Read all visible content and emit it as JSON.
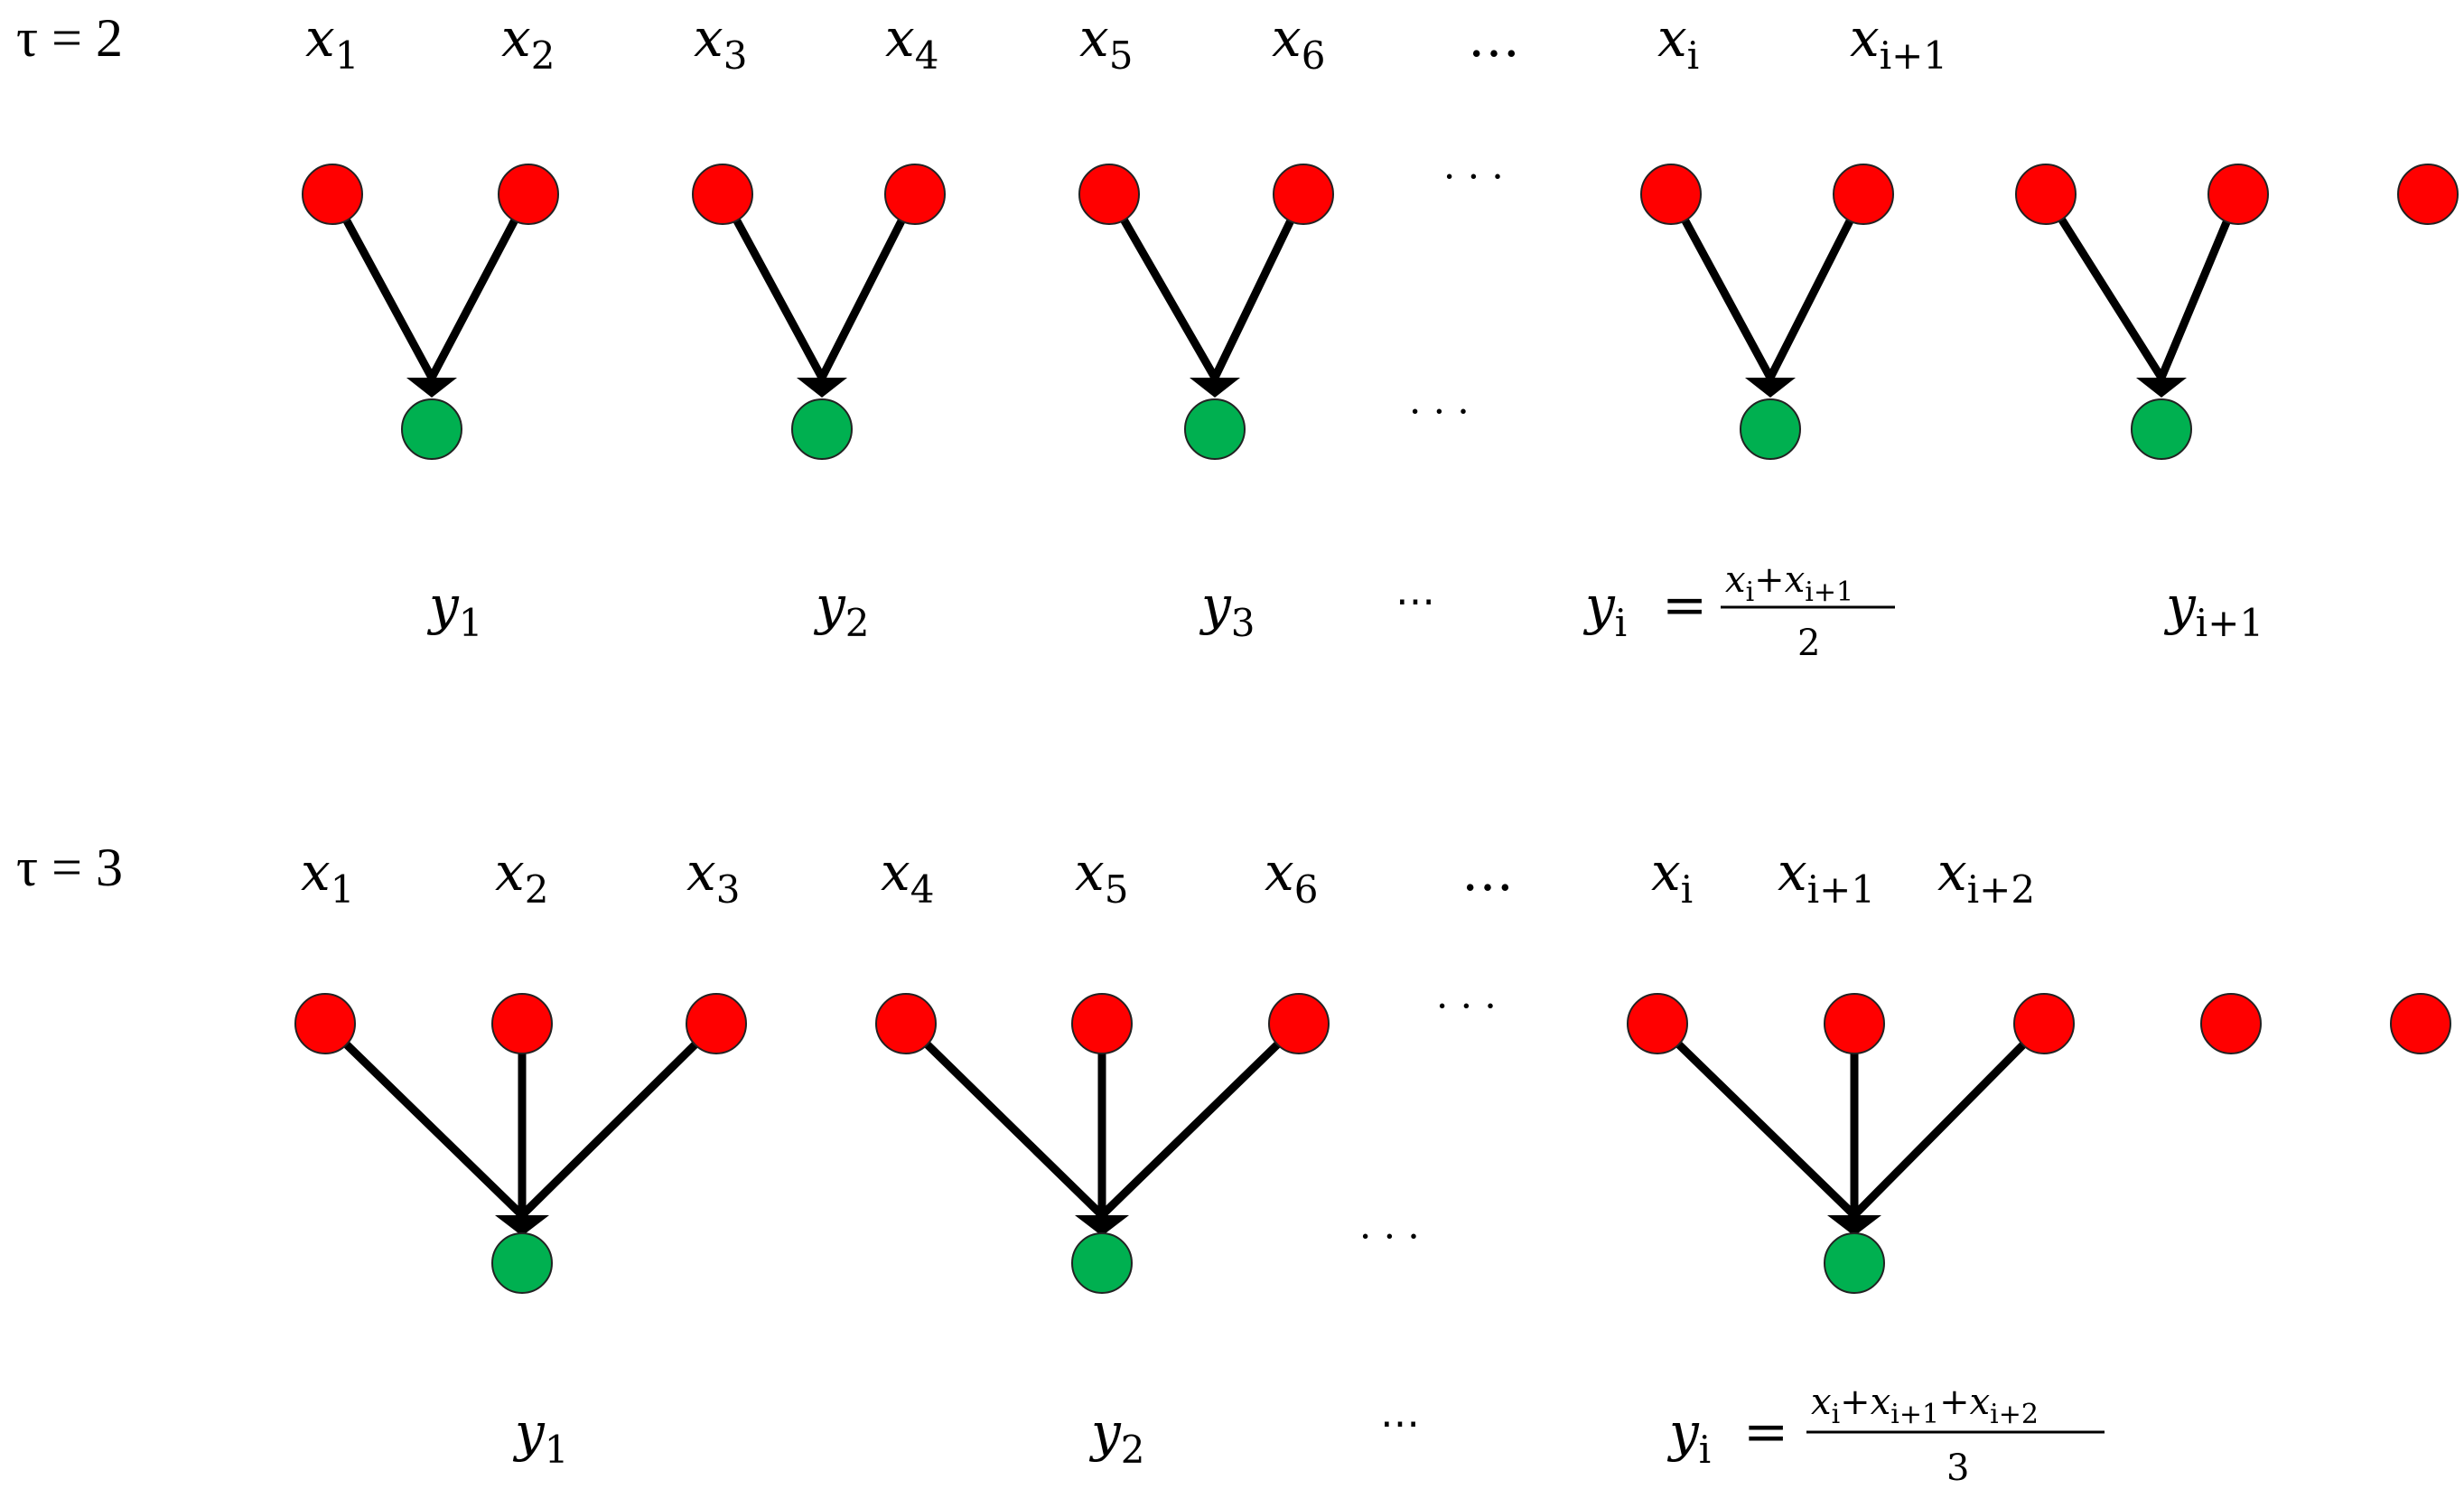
{
  "colors": {
    "input_node": "#ff0000",
    "output_node": "#00b050",
    "edge": "#000000"
  },
  "panels": [
    {
      "tau_label": "τ = 2",
      "x_labels": [
        {
          "base": "x",
          "sub": "1"
        },
        {
          "base": "x",
          "sub": "2"
        },
        {
          "base": "x",
          "sub": "3"
        },
        {
          "base": "x",
          "sub": "4"
        },
        {
          "base": "x",
          "sub": "5"
        },
        {
          "base": "x",
          "sub": "6"
        },
        {
          "base": "…",
          "sub": ""
        },
        {
          "base": "x",
          "sub": "i"
        },
        {
          "base": "x",
          "sub": "i+1"
        }
      ],
      "y_labels": [
        {
          "base": "y",
          "sub": "1"
        },
        {
          "base": "y",
          "sub": "2"
        },
        {
          "base": "y",
          "sub": "3"
        },
        {
          "base": "⋯",
          "sub": ""
        },
        {
          "base": "y",
          "sub": "i"
        },
        {
          "base": "y",
          "sub": "i+1"
        }
      ],
      "formula": {
        "equals": "=",
        "numerator": [
          {
            "base": "x",
            "sub": "i"
          },
          {
            "op": "+"
          },
          {
            "base": "x",
            "sub": "i+1"
          }
        ],
        "denominator": "2"
      },
      "ellipsis_top": "· · ·",
      "ellipsis_mid": "· · ·"
    },
    {
      "tau_label": "τ = 3",
      "x_labels": [
        {
          "base": "x",
          "sub": "1"
        },
        {
          "base": "x",
          "sub": "2"
        },
        {
          "base": "x",
          "sub": "3"
        },
        {
          "base": "x",
          "sub": "4"
        },
        {
          "base": "x",
          "sub": "5"
        },
        {
          "base": "x",
          "sub": "6"
        },
        {
          "base": "…",
          "sub": ""
        },
        {
          "base": "x",
          "sub": "i"
        },
        {
          "base": "x",
          "sub": "i+1"
        },
        {
          "base": "x",
          "sub": "i+2"
        }
      ],
      "y_labels": [
        {
          "base": "y",
          "sub": "1"
        },
        {
          "base": "y",
          "sub": "2"
        },
        {
          "base": "⋯",
          "sub": ""
        },
        {
          "base": "y",
          "sub": "i"
        }
      ],
      "formula": {
        "equals": "=",
        "numerator": [
          {
            "base": "x",
            "sub": "i"
          },
          {
            "op": "+"
          },
          {
            "base": "x",
            "sub": "i+1"
          },
          {
            "op": "+"
          },
          {
            "base": "x",
            "sub": "i+2"
          }
        ],
        "denominator": "3"
      },
      "ellipsis_top": "· · ·",
      "ellipsis_mid": "· · ·"
    }
  ]
}
